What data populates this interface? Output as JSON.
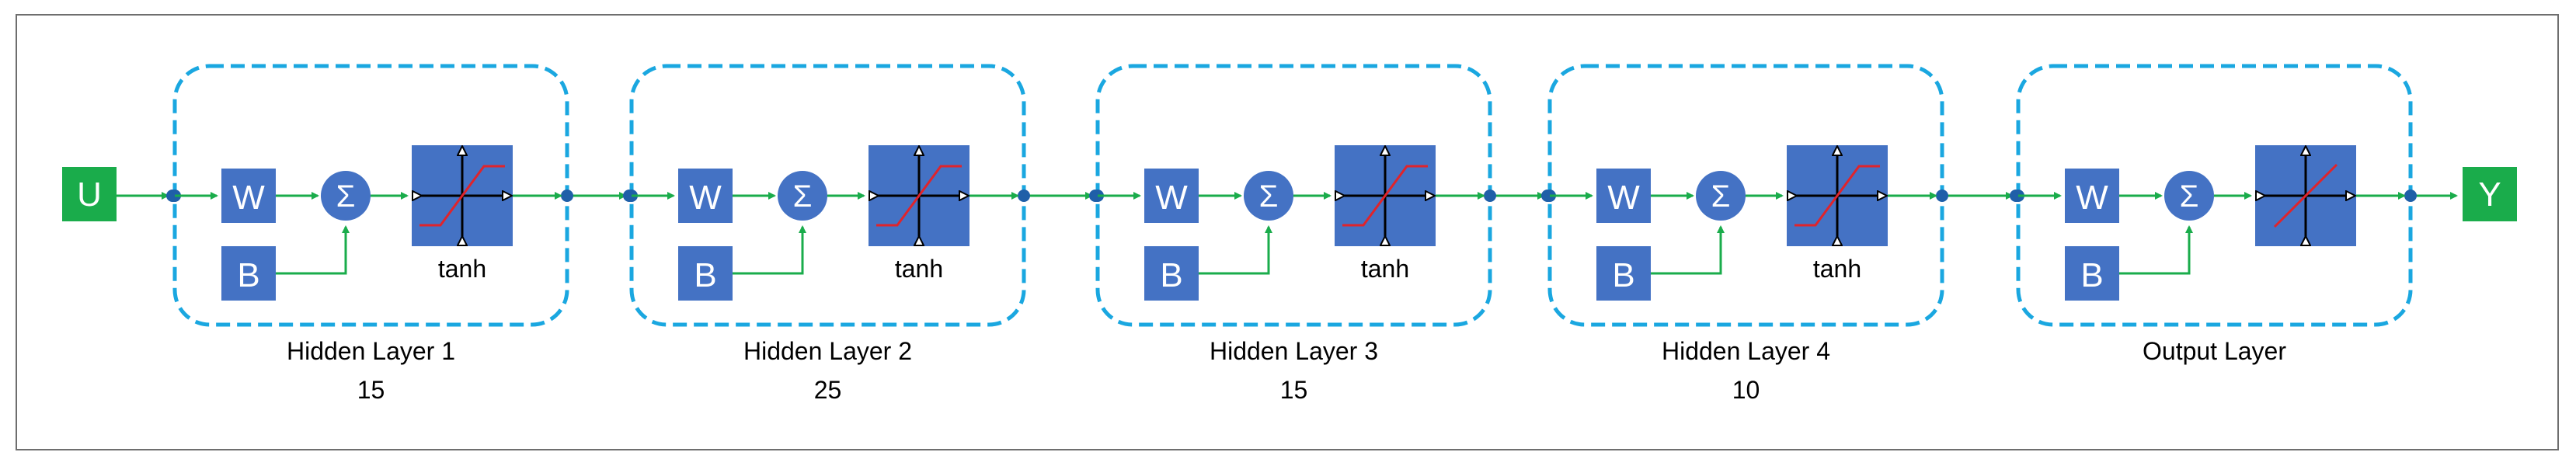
{
  "input_label": "U",
  "output_label": "Y",
  "weight_label": "W",
  "bias_label": "B",
  "sum_symbol": "Σ",
  "colors": {
    "block": "#4472c4",
    "io": "#1aac4b",
    "arrow": "#1aac4b",
    "dash": "#1aa7e0",
    "junction": "#1f5fa8",
    "activation_curve": "#e0242b",
    "frame": "#6e6e6e"
  },
  "layers": [
    {
      "name": "Hidden Layer 1",
      "size": "15",
      "activation": "tanh"
    },
    {
      "name": "Hidden Layer 2",
      "size": "25",
      "activation": "tanh"
    },
    {
      "name": "Hidden Layer 3",
      "size": "15",
      "activation": "tanh"
    },
    {
      "name": "Hidden Layer 4",
      "size": "10",
      "activation": "tanh"
    },
    {
      "name": "Output Layer",
      "size": "",
      "activation": ""
    }
  ]
}
